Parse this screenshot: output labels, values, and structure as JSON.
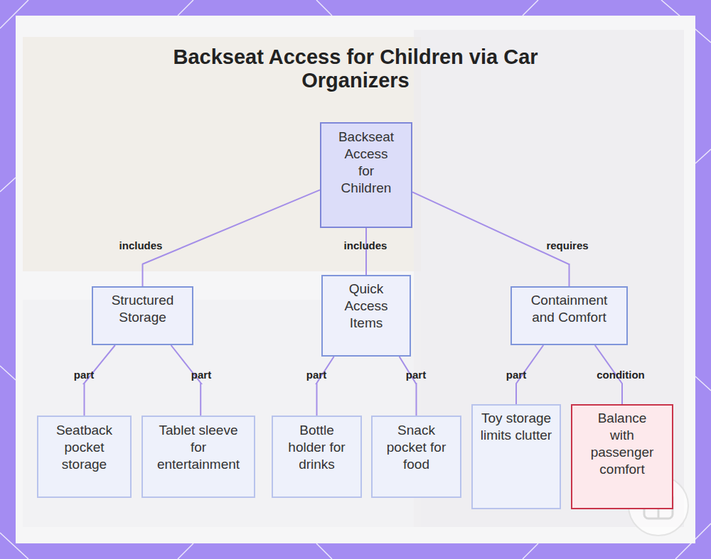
{
  "diagram": {
    "title": "Backseat Access for Children via Car Organizers",
    "nodes": [
      {
        "text": [
          "Backseat Access for Children"
        ]
      },
      {
        "text": [
          "Structured Storage"
        ]
      },
      {
        "text": [
          "Quick Access Items"
        ]
      },
      {
        "text": [
          "Containment and Comfort"
        ]
      },
      {
        "text": [
          "Seatback pocket storage"
        ]
      },
      {
        "text": [
          "Tablet sleeve for entertainment"
        ]
      },
      {
        "text": [
          "Bottle holder for drinks"
        ]
      },
      {
        "text": [
          "Snack pocket for food"
        ]
      },
      {
        "text": [
          "Toy storage limits clutter"
        ]
      },
      {
        "text": [
          "Balance with passenger comfort"
        ]
      }
    ],
    "edges": [
      {
        "from": 0,
        "to": 1,
        "label": "includes",
        "arrow": "none"
      },
      {
        "from": 0,
        "to": 2,
        "label": "includes",
        "arrow": "none"
      },
      {
        "from": 0,
        "to": 3,
        "label": "requires",
        "arrow": "none"
      },
      {
        "from": 1,
        "to": 4,
        "label": "part",
        "arrow": "none"
      },
      {
        "from": 1,
        "to": 5,
        "label": "part",
        "arrow": "none"
      },
      {
        "from": 2,
        "to": 6,
        "label": "part",
        "arrow": "none"
      },
      {
        "from": 2,
        "to": 7,
        "label": "part",
        "arrow": "none"
      },
      {
        "from": 3,
        "to": 8,
        "label": "part",
        "arrow": "none"
      },
      {
        "from": 3,
        "to": 9,
        "label": "condition",
        "arrow": "none"
      }
    ]
  }
}
